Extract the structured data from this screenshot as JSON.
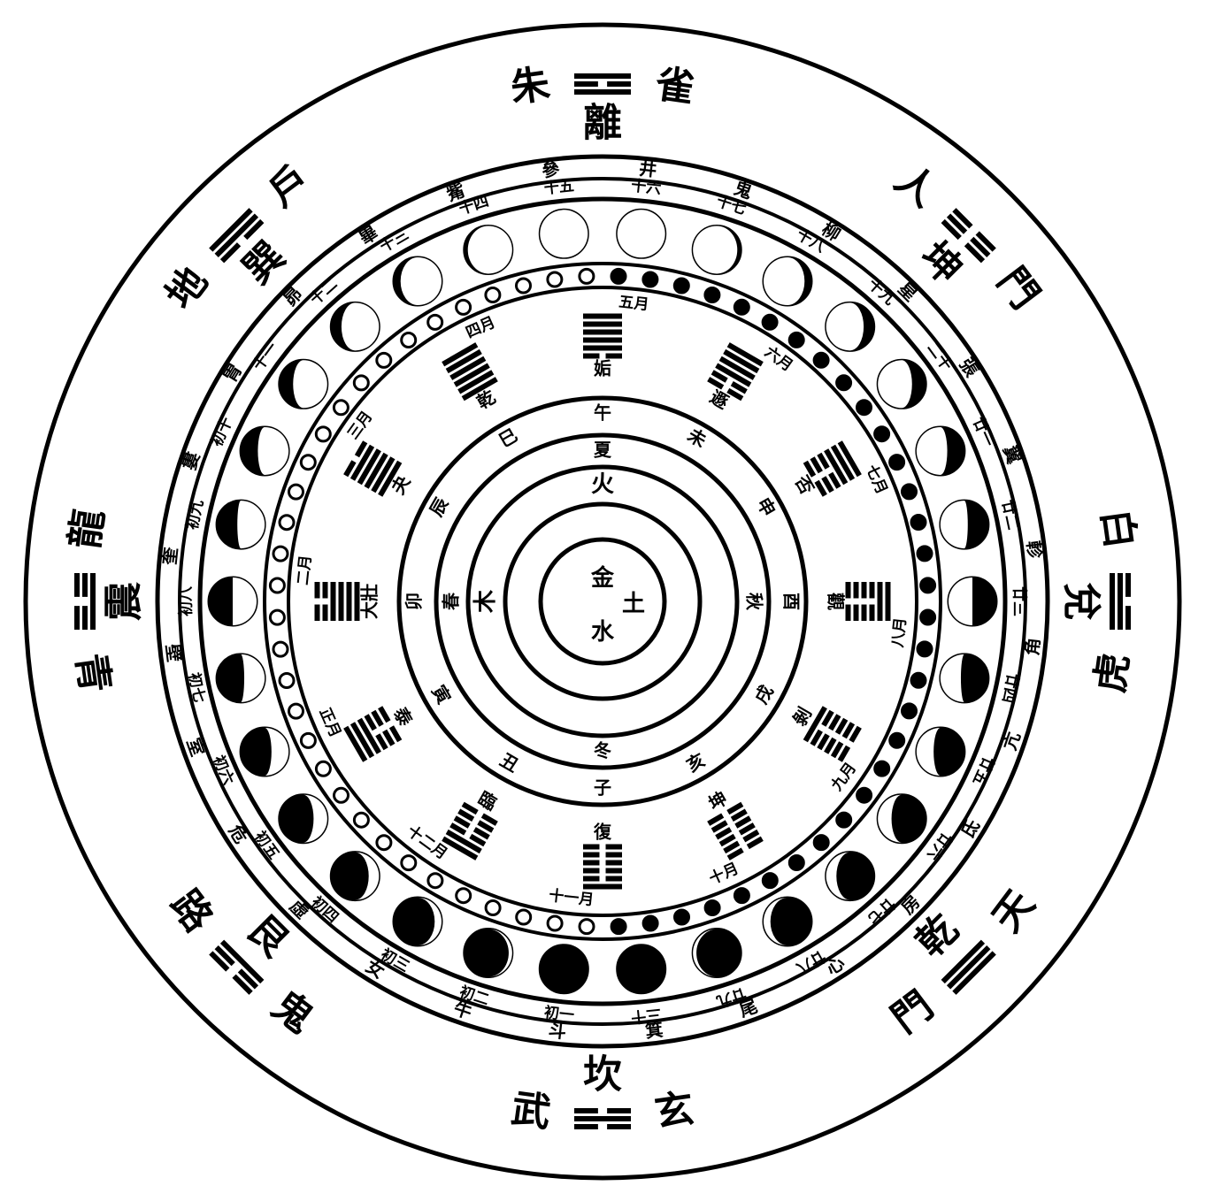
{
  "colors": {
    "ink": "#000000",
    "paper": "#ffffff"
  },
  "outer_directions": [
    {
      "id": "south",
      "angle": 0,
      "text": "朱雀",
      "gua": "離"
    },
    {
      "id": "southwest",
      "angle": 45,
      "text": "人門",
      "gua": "坤"
    },
    {
      "id": "west",
      "angle": 90,
      "text": "白虎",
      "gua": "兌"
    },
    {
      "id": "northwest",
      "angle": 135,
      "text": "天門",
      "gua": "乾"
    },
    {
      "id": "north",
      "angle": 180,
      "text": "玄武",
      "gua": "坎"
    },
    {
      "id": "northeast",
      "angle": 225,
      "text": "鬼路",
      "gua": "艮"
    },
    {
      "id": "east",
      "angle": 270,
      "text": "青龍",
      "gua": "震"
    },
    {
      "id": "southeast",
      "angle": 315,
      "text": "地戶",
      "gua": "巽"
    }
  ],
  "mansions": [
    "井",
    "鬼",
    "柳",
    "星",
    "張",
    "翼",
    "軫",
    "角",
    "亢",
    "氐",
    "房",
    "心",
    "尾",
    "箕",
    "斗",
    "牛",
    "女",
    "虛",
    "危",
    "室",
    "壁",
    "奎",
    "婁",
    "胃",
    "昴",
    "畢",
    "觜",
    "參"
  ],
  "moon_days": [
    "初一",
    "初二",
    "初三",
    "初四",
    "初五",
    "初六",
    "初七",
    "初八",
    "初九",
    "初十",
    "十一",
    "十二",
    "十三",
    "十四",
    "十五",
    "十六",
    "十七",
    "十八",
    "十九",
    "二十",
    "廿一",
    "廿二",
    "廿三",
    "廿四",
    "廿五",
    "廿六",
    "廿七",
    "廿八",
    "廿九",
    "三十"
  ],
  "months": [
    {
      "month": "五月",
      "hexagram": "姤"
    },
    {
      "month": "六月",
      "hexagram": "遯"
    },
    {
      "month": "七月",
      "hexagram": "否"
    },
    {
      "month": "八月",
      "hexagram": "觀"
    },
    {
      "month": "九月",
      "hexagram": "剝"
    },
    {
      "month": "十月",
      "hexagram": "坤"
    },
    {
      "month": "十一月",
      "hexagram": "復"
    },
    {
      "month": "十二月",
      "hexagram": "臨"
    },
    {
      "month": "正月",
      "hexagram": "泰"
    },
    {
      "month": "二月",
      "hexagram": "大壯"
    },
    {
      "month": "三月",
      "hexagram": "夬"
    },
    {
      "month": "四月",
      "hexagram": "乾"
    }
  ],
  "branches": [
    "午",
    "未",
    "申",
    "酉",
    "戌",
    "亥",
    "子",
    "丑",
    "寅",
    "卯",
    "辰",
    "巳"
  ],
  "seasons": [
    {
      "text": "夏",
      "angle": 0
    },
    {
      "text": "秋",
      "angle": 90
    },
    {
      "text": "冬",
      "angle": 180
    },
    {
      "text": "春",
      "angle": 270
    }
  ],
  "planets": [
    {
      "text": "火",
      "angle": 0
    },
    {
      "text": "木",
      "angle": 270
    }
  ],
  "center": {
    "top": "金",
    "right": "土",
    "bottom": "水"
  }
}
